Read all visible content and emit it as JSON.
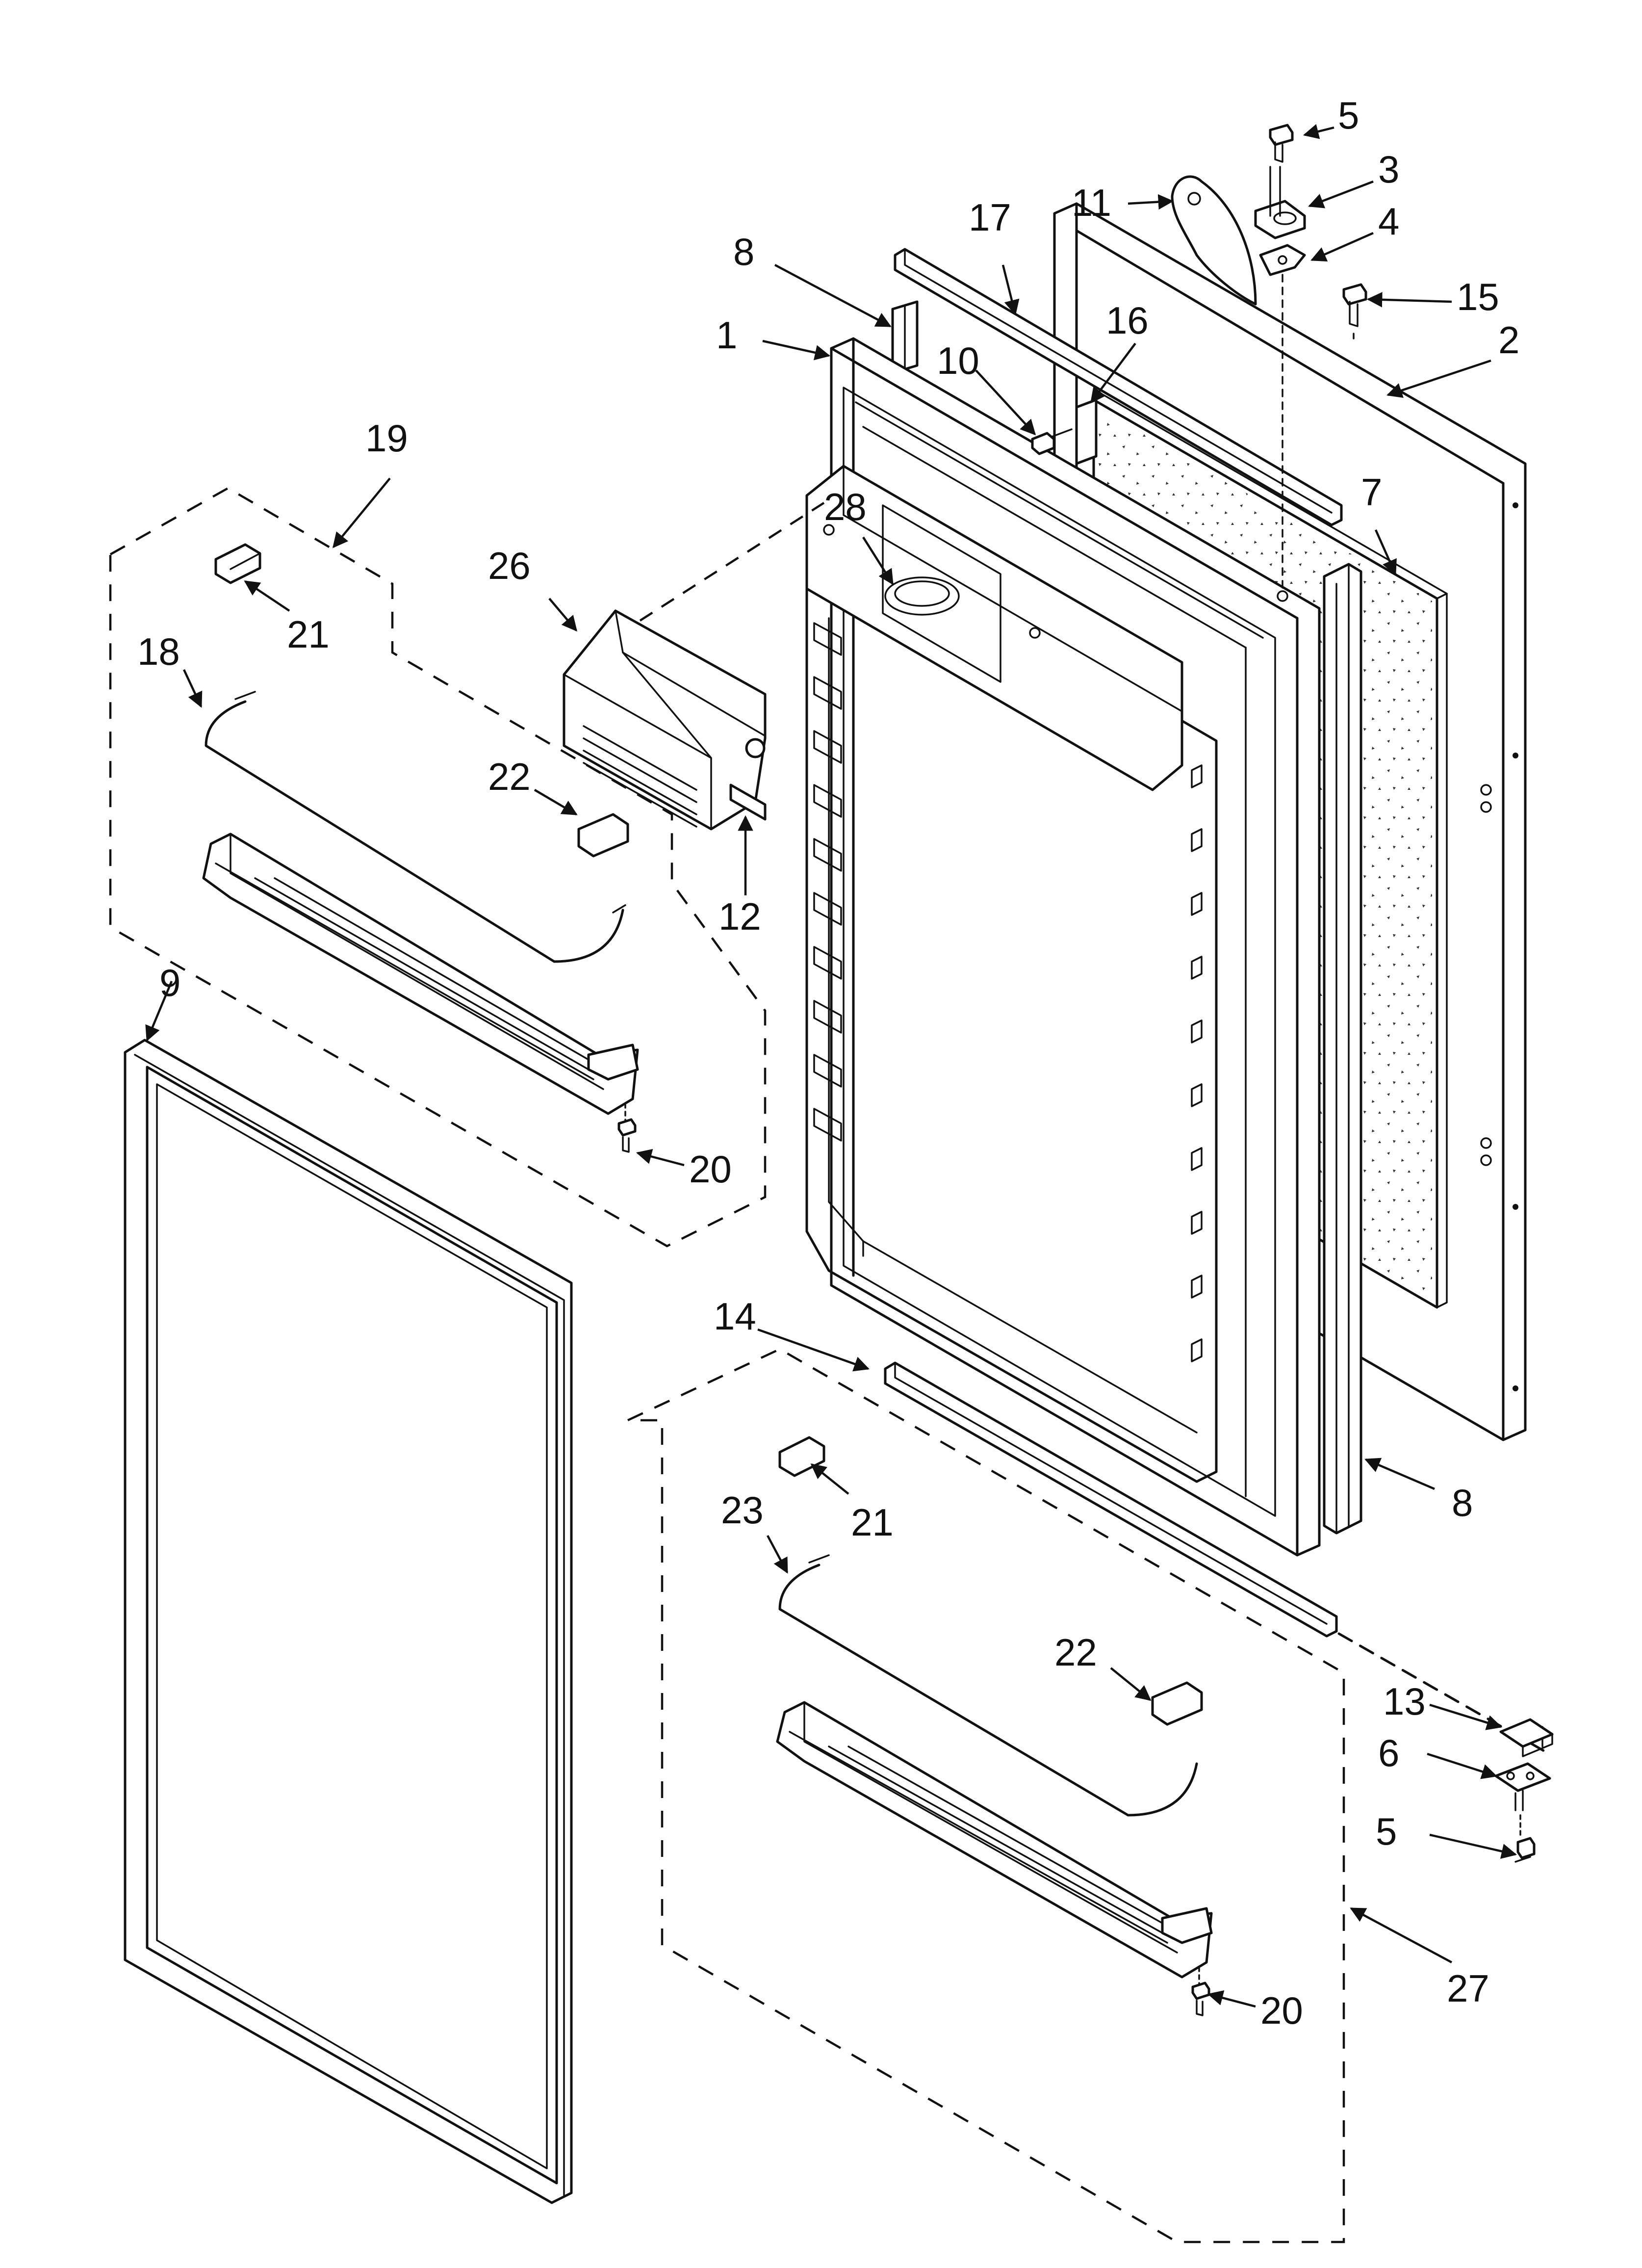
{
  "diagram": {
    "type": "exploded parts diagram",
    "labels": {
      "l1": "1",
      "l2": "2",
      "l3": "3",
      "l4": "4",
      "l5a": "5",
      "l5b": "5",
      "l6": "6",
      "l7": "7",
      "l8a": "8",
      "l8b": "8",
      "l9": "9",
      "l10": "10",
      "l11": "11",
      "l12": "12",
      "l13": "13",
      "l14": "14",
      "l15": "15",
      "l16": "16",
      "l17": "17",
      "l18": "18",
      "l19": "19",
      "l20a": "20",
      "l20b": "20",
      "l21a": "21",
      "l21b": "21",
      "l22a": "22",
      "l22b": "22",
      "l23": "23",
      "l26": "26",
      "l27": "27",
      "l28": "28"
    },
    "colors": {
      "line": "#111111",
      "background": "#ffffff"
    }
  }
}
